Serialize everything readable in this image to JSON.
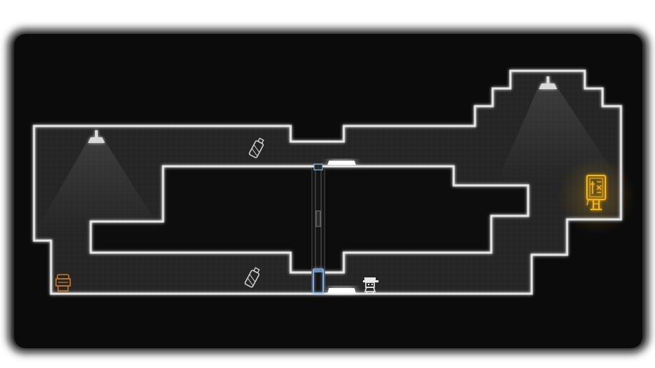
{
  "scene": {
    "type": "puzzle-platformer-level",
    "theme": "dark",
    "colors": {
      "background": "#0b0b0b",
      "corridor": "#262626",
      "grid": "#333333",
      "wall_outline": "#e6e6e6",
      "wall_glow": "#ffffff",
      "player": "#e8e8e8",
      "exit_terminal": "#f5b316",
      "enemy": "#c8782a",
      "door": "#8fb7e6",
      "lamp": "#d9d9d9",
      "pad": "#ffffff",
      "spray_can": "#cfcfcf"
    },
    "objects": {
      "ceiling_lamps": [
        "ceiling-lamp",
        "ceiling-lamp"
      ],
      "spray_cans": [
        "spray-can-icon",
        "spray-can-icon"
      ],
      "pressure_pads": [
        "pressure-pad",
        "pressure-pad"
      ],
      "sliding_door": {
        "state": "closed",
        "icon": "sliding-door"
      },
      "player": {
        "icon": "player-character-icon"
      },
      "enemy": {
        "icon": "guard-robot-icon"
      },
      "exit": {
        "icon": "exit-terminal-icon"
      }
    }
  }
}
